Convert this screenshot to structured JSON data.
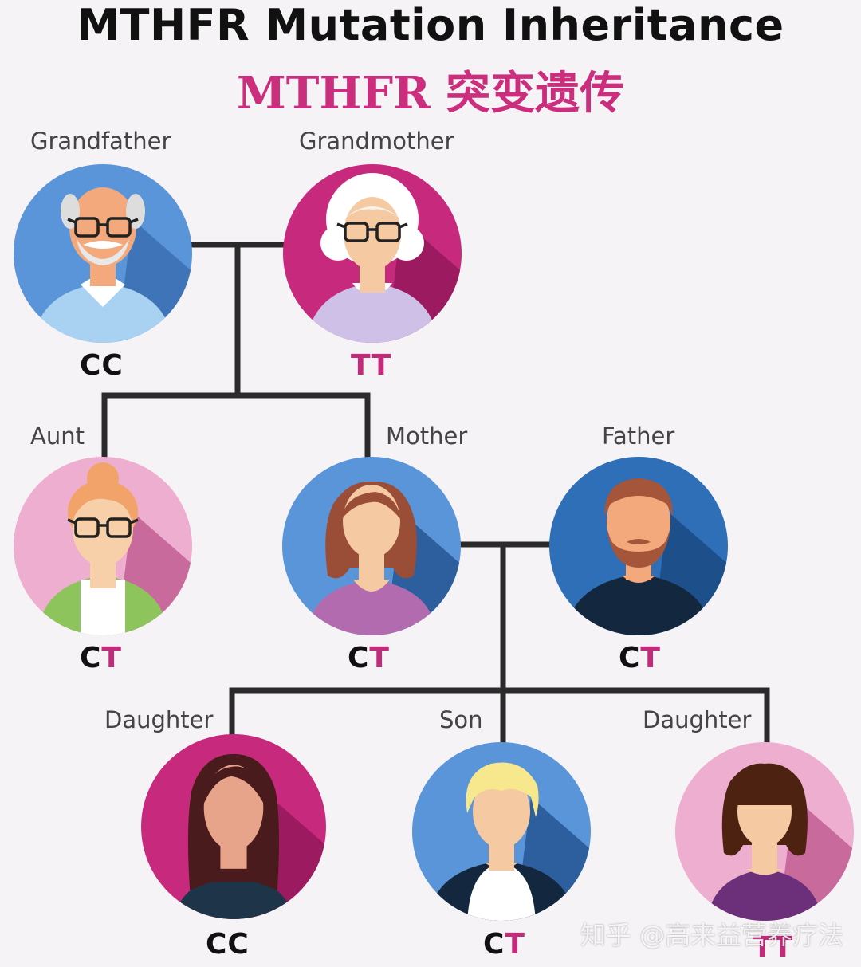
{
  "title": "MTHFR Mutation Inheritance",
  "subtitle": "MTHFR 突变遗传",
  "watermark": "知乎 @高来益营养疗法",
  "colors": {
    "accent": "#cc2e7e",
    "text": "#111111",
    "label": "#444444",
    "line": "#2a2a2a"
  },
  "people": [
    {
      "id": "grandfather",
      "label": "Grandfather",
      "allele1": "C",
      "allele2": "C",
      "color1": "dark",
      "color2": "dark",
      "bg": "#5b95d9",
      "bg2": "#3f74b8",
      "icon": "grandfather-avatar-icon"
    },
    {
      "id": "grandmother",
      "label": "Grandmother",
      "allele1": "T",
      "allele2": "T",
      "color1": "pink",
      "color2": "pink",
      "bg": "#c72a7d",
      "bg2": "#9c1a5f",
      "icon": "grandmother-avatar-icon"
    },
    {
      "id": "aunt",
      "label": "Aunt",
      "allele1": "C",
      "allele2": "T",
      "color1": "dark",
      "color2": "pink",
      "bg": "#eeaed0",
      "bg2": "#c86a9c",
      "icon": "aunt-avatar-icon"
    },
    {
      "id": "mother",
      "label": "Mother",
      "allele1": "C",
      "allele2": "T",
      "color1": "dark",
      "color2": "pink",
      "bg": "#5b95d9",
      "bg2": "#2d5f9f",
      "icon": "mother-avatar-icon"
    },
    {
      "id": "father",
      "label": "Father",
      "allele1": "C",
      "allele2": "T",
      "color1": "dark",
      "color2": "pink",
      "bg": "#2f6fb8",
      "bg2": "#1d4f8a",
      "icon": "father-avatar-icon"
    },
    {
      "id": "daughter1",
      "label": "Daughter",
      "allele1": "C",
      "allele2": "C",
      "color1": "dark",
      "color2": "dark",
      "bg": "#c72a7d",
      "bg2": "#9c1a5f",
      "icon": "daughter-avatar-icon"
    },
    {
      "id": "son",
      "label": "Son",
      "allele1": "C",
      "allele2": "T",
      "color1": "dark",
      "color2": "pink",
      "bg": "#5b95d9",
      "bg2": "#2d5f9f",
      "icon": "son-avatar-icon"
    },
    {
      "id": "daughter2",
      "label": "Daughter",
      "allele1": "T",
      "allele2": "T",
      "color1": "pink",
      "color2": "pink",
      "bg": "#eeaed0",
      "bg2": "#c86a9c",
      "icon": "daughter-avatar-icon"
    }
  ]
}
